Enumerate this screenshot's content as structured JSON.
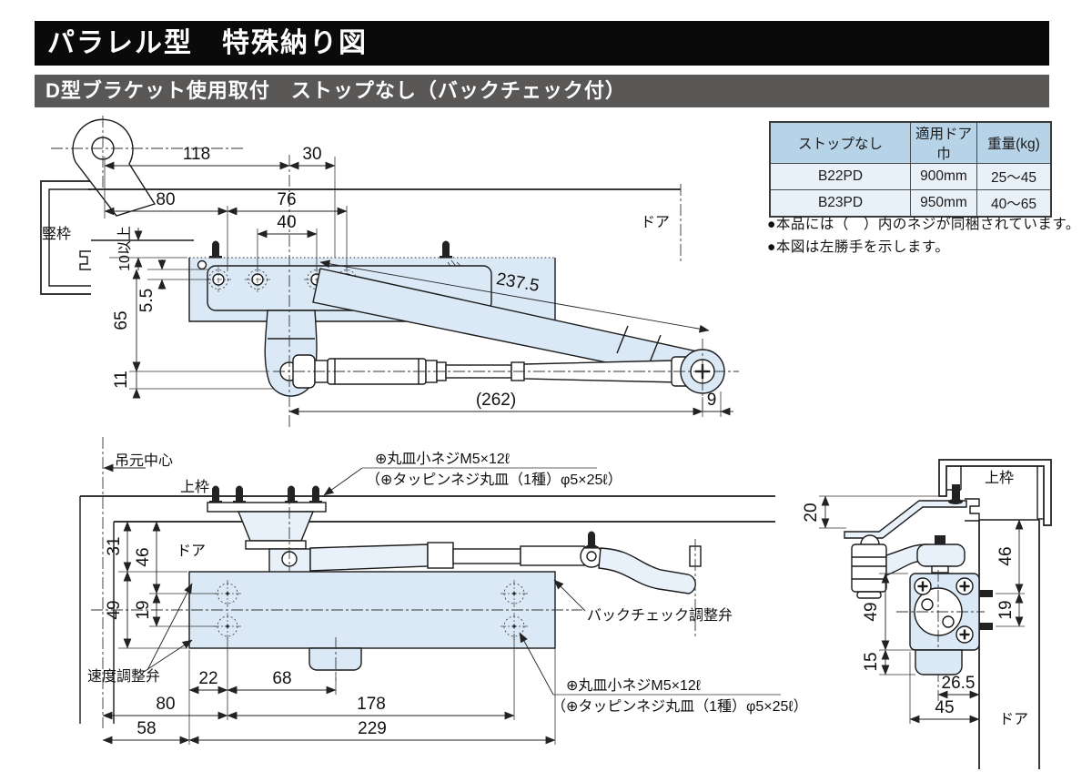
{
  "header": {
    "title": "パラレル型　特殊納り図"
  },
  "subheader": {
    "title": "D型ブラケット使用取付　ストップなし（バックチェック付）"
  },
  "colors": {
    "header_bg": "#0a0a0a",
    "subheader_bg": "#5a5757",
    "table_header_bg": "#b7d3e7",
    "table_row_bg": "#e9f1f8",
    "drawing_fill": "#dbe8f5",
    "line": "#1a1a1a"
  },
  "spec_table": {
    "col_headers": [
      "ストップなし",
      "適用ドア巾",
      "重量(kg)"
    ],
    "rows": [
      {
        "model": "B22PD",
        "door_width": "900mm",
        "weight": "25〜45"
      },
      {
        "model": "B23PD",
        "door_width": "950mm",
        "weight": "40〜65"
      }
    ]
  },
  "notes": {
    "items": [
      "●本品には（　）内のネジが同梱されています。",
      "●本図は左勝手を示します。"
    ]
  },
  "top_view": {
    "labels": {
      "tatewaku": "竪枠",
      "door": "ドア"
    },
    "dims": {
      "d118": "118",
      "d30": "30",
      "d80": "80",
      "d76": "76",
      "d40": "40",
      "d10min": "10以上",
      "d5_5": "5.5",
      "d65": "65",
      "d11": "11",
      "d237_5": "237.5",
      "d262": "(262)",
      "d9": "9"
    }
  },
  "front_view": {
    "labels": {
      "hinge_center": "吊元中心",
      "top_frame": "上枠",
      "door": "ドア",
      "speed_valve": "速度調整弁",
      "backcheck_valve": "バックチェック調整弁",
      "screw_line1": "⊕丸皿小ネジM5×12ℓ",
      "screw_line2": "（⊕タッピンネジ丸皿（1種）φ5×25ℓ）"
    },
    "dims": {
      "d31": "31",
      "d46": "46",
      "d49": "49",
      "d19": "19",
      "d22": "22",
      "d68": "68",
      "d80": "80",
      "d178": "178",
      "d58": "58",
      "d229": "229"
    }
  },
  "side_view": {
    "labels": {
      "top_frame": "上枠",
      "door": "ドア"
    },
    "dims": {
      "d20": "20",
      "d46": "46",
      "d19": "19",
      "d49": "49",
      "d15": "15",
      "d26_5": "26.5",
      "d45": "45"
    }
  }
}
